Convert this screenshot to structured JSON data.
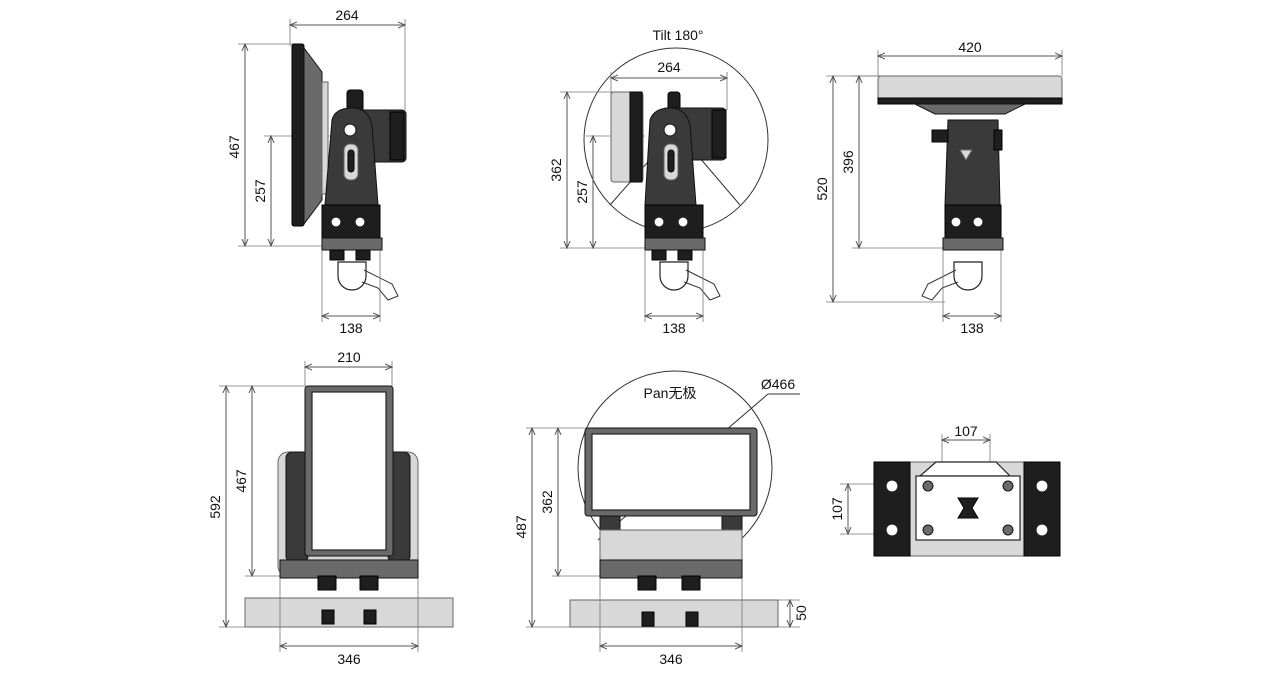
{
  "views": {
    "side_view": {
      "width_top": "264",
      "height_total": "467",
      "height_lower": "257",
      "base_width": "138"
    },
    "tilt_view": {
      "caption": "Tilt 180°",
      "width_top": "264",
      "height_total": "362",
      "height_lower": "257",
      "base_width": "138"
    },
    "rear_view": {
      "width_top": "420",
      "height_total": "520",
      "height_inner": "396",
      "base_width": "138"
    },
    "front_view": {
      "width_top": "210",
      "height_total": "592",
      "height_head": "467",
      "base_width": "346"
    },
    "pan_view": {
      "caption": "Pan无极",
      "diameter": "Ø466",
      "height_total": "487",
      "height_head": "362",
      "base_height": "50",
      "base_width": "346"
    },
    "bottom_view": {
      "width": "107",
      "height": "107"
    }
  }
}
